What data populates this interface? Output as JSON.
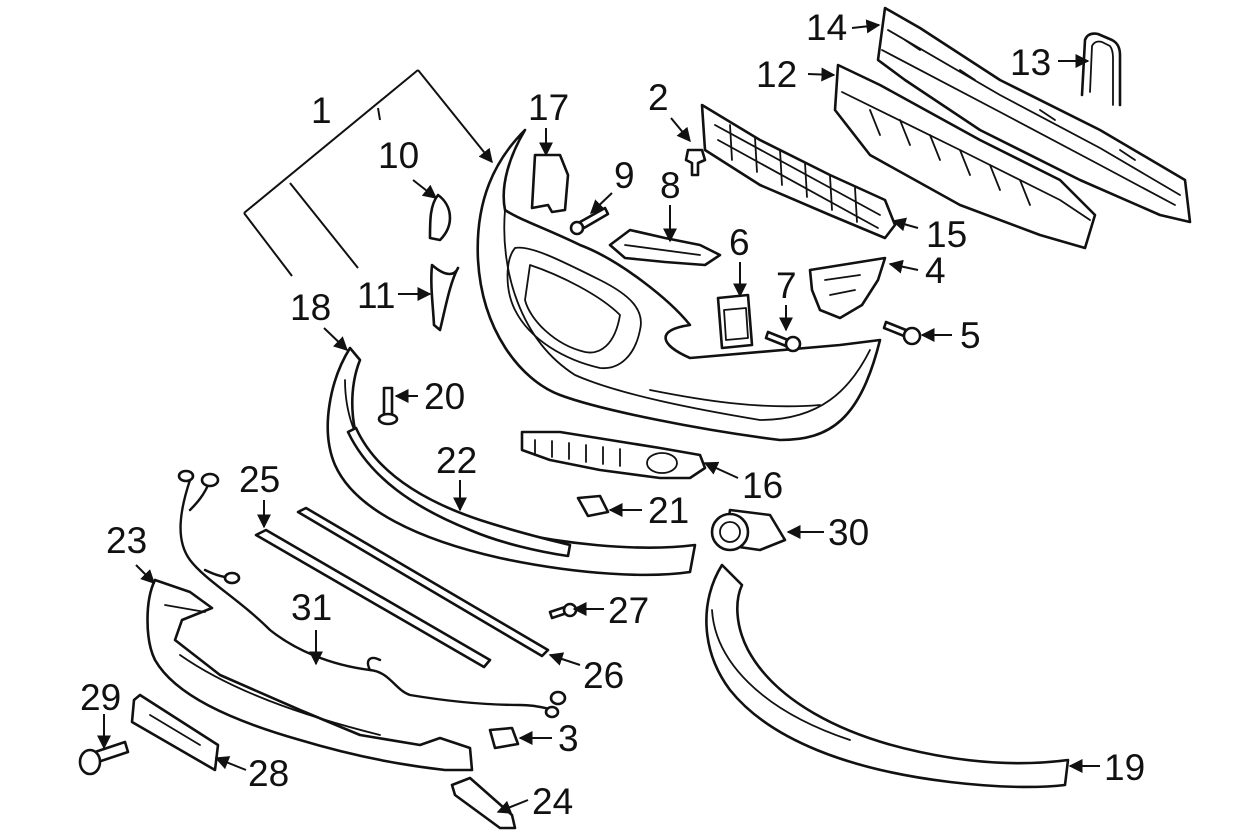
{
  "colors": {
    "line": "#111111",
    "background": "#ffffff"
  },
  "callouts": {
    "c1": "1",
    "c2": "2",
    "c3": "3",
    "c4": "4",
    "c5": "5",
    "c6": "6",
    "c7": "7",
    "c8": "8",
    "c9": "9",
    "c10": "10",
    "c11": "11",
    "c12": "12",
    "c13": "13",
    "c14": "14",
    "c15": "15",
    "c16": "16",
    "c17": "17",
    "c18": "18",
    "c19": "19",
    "c20": "20",
    "c21": "21",
    "c22": "22",
    "c23": "23",
    "c24": "24",
    "c25": "25",
    "c26": "26",
    "c27": "27",
    "c28": "28",
    "c29": "29",
    "c30": "30",
    "c31": "31"
  }
}
